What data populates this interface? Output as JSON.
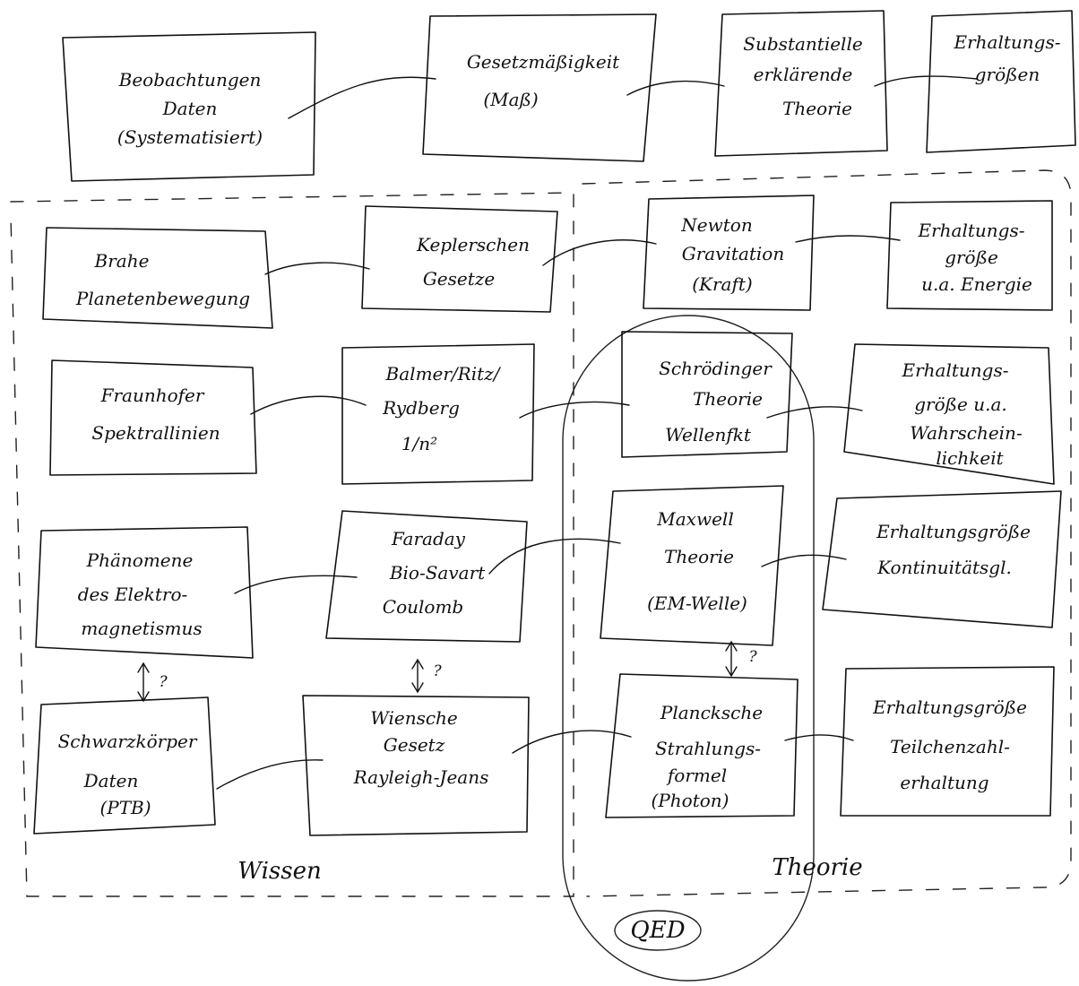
{
  "regions": {
    "wissen_label": "Wissen",
    "theorie_label": "Theorie",
    "qed_label": "QED"
  },
  "nodes": {
    "beobachtungen": [
      "Beobachtungen",
      "Daten",
      "(Systematisiert)"
    ],
    "gesetzmaessigkeit": [
      "Gesetzmäßigkeit",
      "(Maß)"
    ],
    "substantielle_theorie": [
      "Substantielle",
      "erklärende",
      "Theorie"
    ],
    "erhaltungsgroessen": [
      "Erhaltungs-",
      "größen"
    ],
    "brahe": [
      "Brahe",
      "Planetenbewegung"
    ],
    "kepler": [
      "Keplerschen",
      "Gesetze"
    ],
    "newton": [
      "Newton",
      "Gravitation",
      "(Kraft)"
    ],
    "erhaltung_energie": [
      "Erhaltungs-",
      "größe",
      "u.a. Energie"
    ],
    "fraunhofer": [
      "Fraunhofer",
      "Spektrallinien"
    ],
    "balmer": [
      "Balmer/Ritz/",
      "Rydberg",
      "1/n²"
    ],
    "schroedinger": [
      "Schrödinger",
      "Theorie",
      "Wellenfkt"
    ],
    "erhaltung_wahrscheinlichkeit": [
      "Erhaltungs-",
      "größe u.a.",
      "Wahrschein-",
      "lichkeit"
    ],
    "elektromagnetismus": [
      "Phänomene",
      "des Elektro-",
      "magnetismus"
    ],
    "faraday": [
      "Faraday",
      "Bio-Savart",
      "Coulomb"
    ],
    "maxwell": [
      "Maxwell",
      "Theorie",
      "(EM-Welle)"
    ],
    "kontinuitaet": [
      "Erhaltungsgröße",
      "Kontinuitätsgl."
    ],
    "schwarzkoerper": [
      "Schwarzkörper",
      "Daten",
      "(PTB)"
    ],
    "wiensche": [
      "Wiensche",
      "Gesetz",
      "Rayleigh-Jeans"
    ],
    "plancksche": [
      "Plancksche",
      "Strahlungs-",
      "formel",
      "(Photon)"
    ],
    "teilchenzahl": [
      "Erhaltungsgröße",
      "Teilchenzahl-",
      "erhaltung"
    ]
  },
  "question_marks": [
    "?",
    "?",
    "?"
  ]
}
